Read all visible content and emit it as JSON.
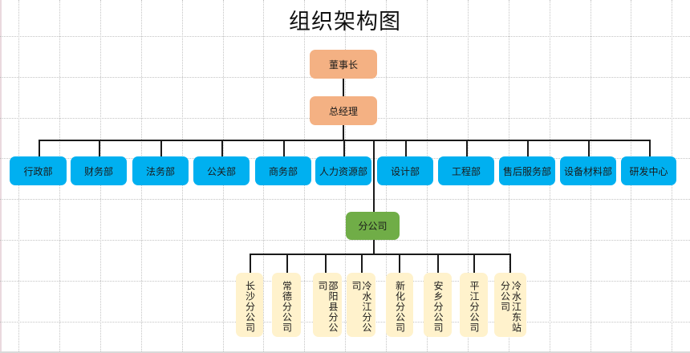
{
  "title": "组织架构图",
  "colors": {
    "executive": "#f4b183",
    "department": "#00b0f0",
    "branch_hub": "#70ad47",
    "sub_branch": "#fff2cc",
    "connector": "#1a1a1a"
  },
  "executives": [
    {
      "label": "董事长"
    },
    {
      "label": "总经理"
    }
  ],
  "departments": [
    {
      "label": "行政部"
    },
    {
      "label": "财务部"
    },
    {
      "label": "法务部"
    },
    {
      "label": "公关部"
    },
    {
      "label": "商务部"
    },
    {
      "label": "人力资源部"
    },
    {
      "label": "设计部"
    },
    {
      "label": "工程部"
    },
    {
      "label": "售后服务部"
    },
    {
      "label": "设备材料部"
    },
    {
      "label": "研发中心"
    }
  ],
  "branch_hub": {
    "label": "分公司"
  },
  "sub_branches": [
    {
      "lines": [
        "长沙分公司"
      ]
    },
    {
      "lines": [
        "常德分公司"
      ]
    },
    {
      "lines": [
        "邵阳县分公司"
      ]
    },
    {
      "lines": [
        "冷水江分公司"
      ]
    },
    {
      "lines": [
        "新化分公司"
      ]
    },
    {
      "lines": [
        "安乡分公司"
      ]
    },
    {
      "lines": [
        "平江分公司"
      ]
    },
    {
      "lines": [
        "冷水江东站",
        "分公司"
      ]
    }
  ]
}
